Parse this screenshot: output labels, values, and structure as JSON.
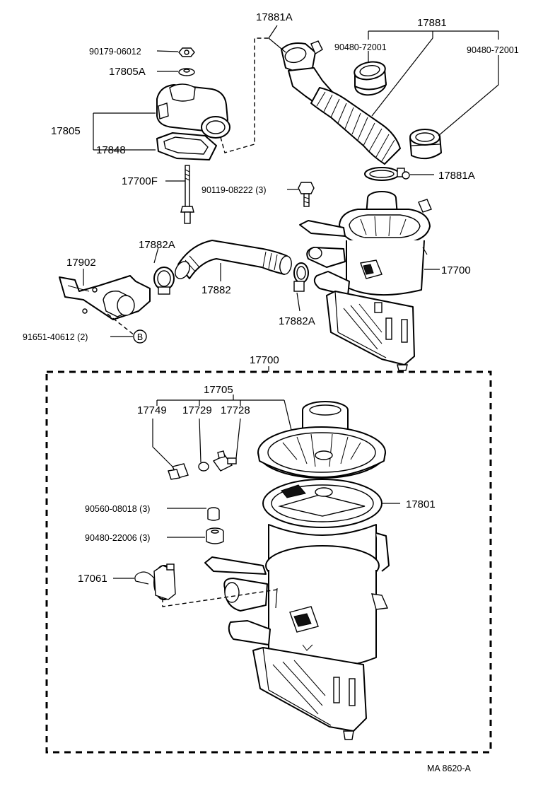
{
  "labels": {
    "p17881A_top": "17881A",
    "p17881": "17881",
    "p90179": "90179-06012",
    "p90480_72001_left": "90480-72001",
    "p90480_72001_right": "90480-72001",
    "p17805A": "17805A",
    "p17805": "17805",
    "p17848": "17848",
    "p17881A_mid": "17881A",
    "p17700F": "17700F",
    "p90119": "90119-08222 (3)",
    "p17882A_top": "17882A",
    "p17902": "17902",
    "p17882": "17882",
    "p17700_upper": "17700",
    "p91651": "91651-40612 (2)",
    "circle_b": "B",
    "p17882A_bottom": "17882A",
    "p17700_frame": "17700",
    "p17705": "17705",
    "p17749": "17749",
    "p17729": "17729",
    "p17728": "17728",
    "p17801": "17801",
    "p90560": "90560-08018 (3)",
    "p90480_22006": "90480-22006 (3)",
    "p17061": "17061",
    "footer": "MA  8620-A"
  }
}
